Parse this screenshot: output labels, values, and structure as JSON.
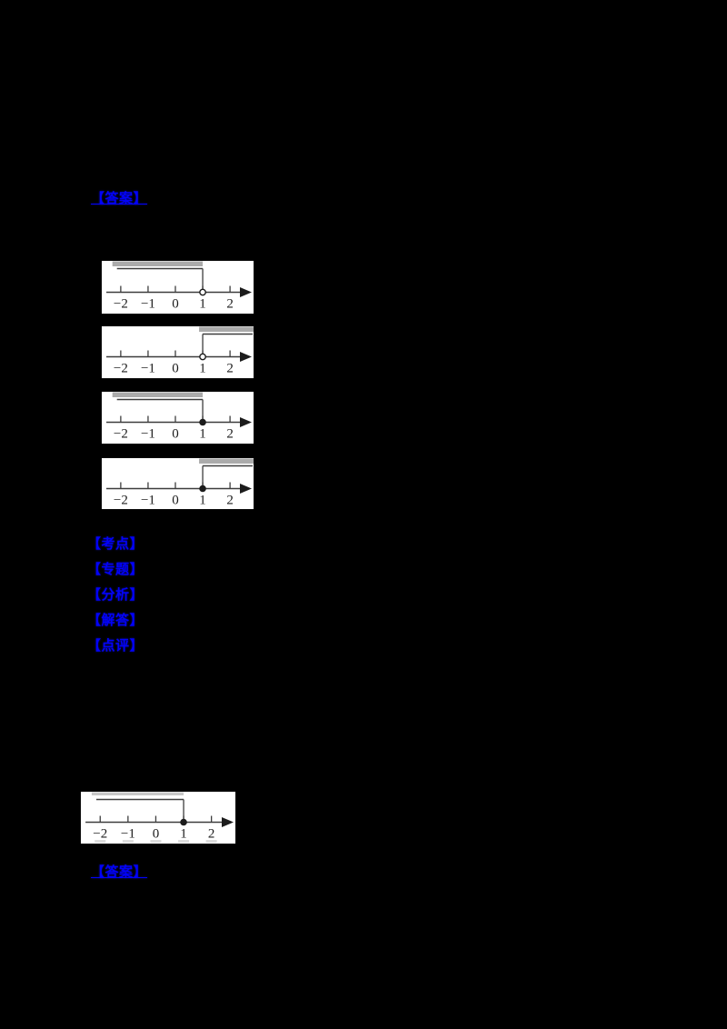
{
  "page": {
    "background": "#000000"
  },
  "colors": {
    "link_blue": "#0202F8",
    "figure_background": "#FFFFFF",
    "axis": "#3D3D3D",
    "ink": "#1C1C1C",
    "band_gray": "#ABABAB",
    "band_gray_light": "#C8C8C8",
    "smudge_gray": "#DCDCDC"
  },
  "links": {
    "top_answer": "【答案】",
    "bottom_answer": "【答案】"
  },
  "solution_sections": [
    {
      "label": "【考点】"
    },
    {
      "label": "【专题】"
    },
    {
      "label": "【分析】"
    },
    {
      "label": "【解答】"
    },
    {
      "label": "【点评】"
    }
  ],
  "figures": {
    "axis_labels": [
      "−2",
      "−1",
      "0",
      "1",
      "2"
    ],
    "marked_value": "1",
    "options": [
      {
        "name": "option-A",
        "endpoint": "open",
        "ray_direction": "left",
        "band": "left"
      },
      {
        "name": "option-B",
        "endpoint": "open",
        "ray_direction": "right",
        "band": "right"
      },
      {
        "name": "option-C",
        "endpoint": "closed",
        "ray_direction": "left",
        "band": "left"
      },
      {
        "name": "option-D",
        "endpoint": "closed",
        "ray_direction": "right",
        "band": "right"
      }
    ],
    "answer_figure": {
      "name": "answer",
      "endpoint": "closed",
      "ray_direction": "left",
      "band": "left",
      "band_light": true,
      "smudges": true
    }
  }
}
